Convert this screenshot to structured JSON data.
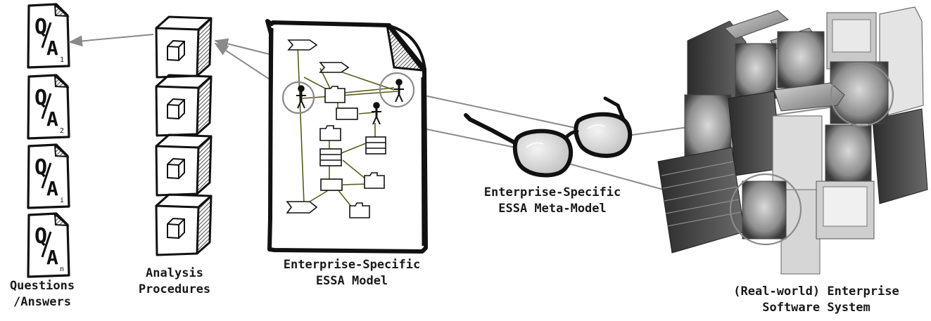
{
  "qa": {
    "q_letter": "Q",
    "a_letter": "A",
    "items": [
      {
        "subscript": "1"
      },
      {
        "subscript": "2"
      },
      {
        "subscript": "i"
      },
      {
        "subscript": "n"
      }
    ],
    "label_line1": "Questions",
    "label_line2": "/Answers"
  },
  "procedures": {
    "label_line1": "Analysis",
    "label_line2": "Procedures"
  },
  "model": {
    "label_line1": "Enterprise-Specific",
    "label_line2": "ESSA Model"
  },
  "metamodel": {
    "label_line1": "Enterprise-Specific",
    "label_line2": "ESSA Meta-Model"
  },
  "system": {
    "label_line1": "(Real-world) Enterprise",
    "label_line2": "Software System"
  },
  "colors": {
    "ink": "#1a1a1a",
    "arrow": "#8a8a8a",
    "model_connector": "#5c5a1e",
    "photo_gray": "#9a9a9a"
  }
}
